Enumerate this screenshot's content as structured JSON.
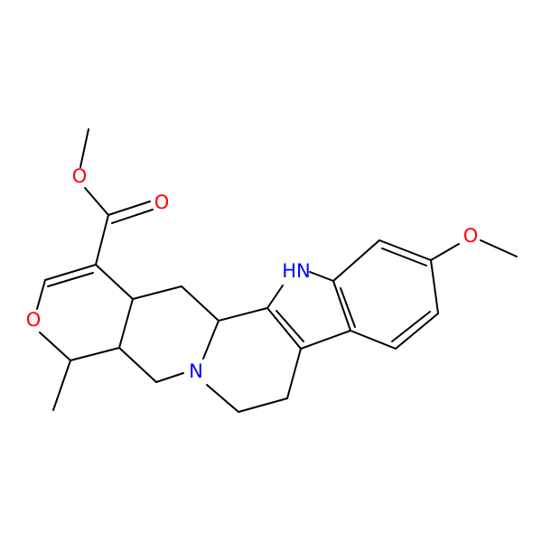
{
  "molecule": {
    "atoms": {
      "nh": "HN",
      "n_ring": "N",
      "o_ring": "O",
      "o_carbonyl": "O",
      "o_ester": "O",
      "o_methoxy": "O"
    },
    "colors": {
      "bond": "#000000",
      "nitrogen": "#0000ff",
      "oxygen": "#ff0000"
    }
  }
}
